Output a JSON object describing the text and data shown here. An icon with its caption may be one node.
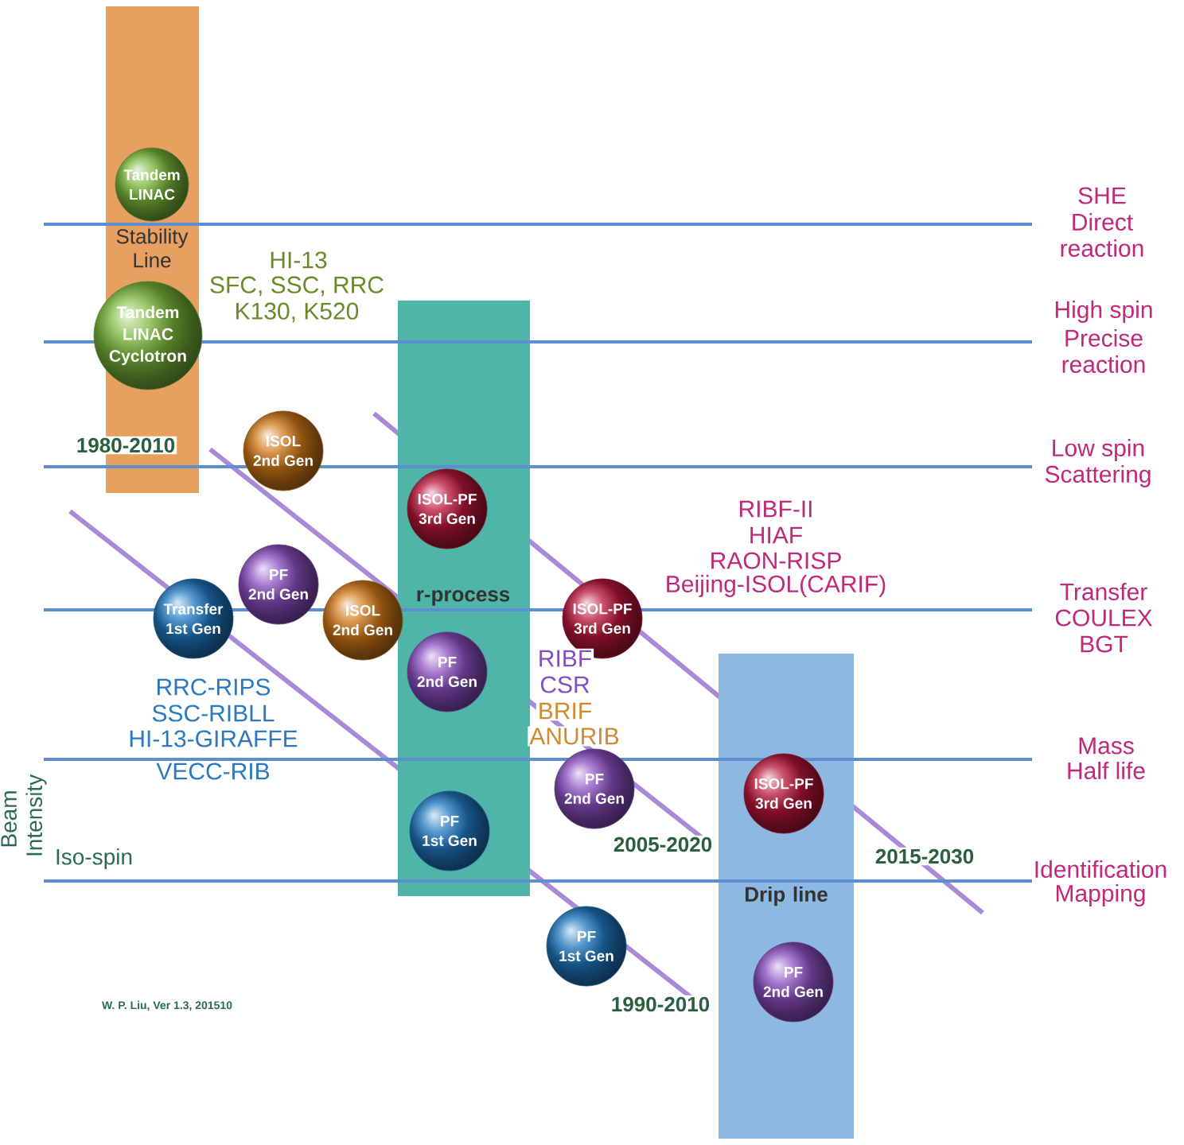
{
  "diagram": {
    "nodes": [
      {
        "text": [
          "Stability Line"
        ]
      },
      {
        "text": [
          "Tandem",
          "LINAC"
        ],
        "in": 0
      },
      {
        "text": [
          "Tandem",
          "LINAC",
          "Cyclotron"
        ]
      },
      {
        "text": [
          "r-process"
        ]
      },
      {
        "text": [
          "ISOL-PF",
          "3rd Gen"
        ],
        "in": 3
      },
      {
        "text": [
          "PF",
          "2nd Gen"
        ],
        "in": 3
      },
      {
        "text": [
          "PF",
          "1st Gen"
        ],
        "in": 3
      },
      {
        "text": [
          "Drip line"
        ]
      },
      {
        "text": [
          "ISOL-PF",
          "3rd Gen"
        ],
        "in": 7
      },
      {
        "text": [
          "PF",
          "2nd Gen"
        ],
        "in": 7
      },
      {
        "text": [
          "ISOL",
          "2nd Gen"
        ]
      },
      {
        "text": [
          "PF",
          "2nd Gen"
        ]
      },
      {
        "text": [
          "Transfer",
          "1st Gen"
        ]
      },
      {
        "text": [
          "ISOL",
          "2nd Gen"
        ]
      },
      {
        "text": [
          "ISOL-PF",
          "3rd Gen"
        ]
      },
      {
        "text": [
          "PF",
          "2nd Gen"
        ]
      },
      {
        "text": [
          "PF",
          "1st Gen"
        ]
      }
    ],
    "labels": [
      "SHE",
      "Direct",
      "reaction",
      "HI-13",
      "SFC, SSC, RRC",
      "K130, K520",
      "High spin",
      "Precise",
      "reaction",
      "1980-2010",
      "Low spin",
      "Scattering",
      "RIBF-II",
      "HIAF",
      "RAON-RISP",
      "Beijing-ISOL(CARIF)",
      "Transfer",
      "COULEX",
      "BGT",
      "RIBF",
      "CSR",
      "BRIF",
      "ANURIB",
      "RRC-RIPS",
      "SSC-RIBLL",
      "HI-13-GIRAFFE",
      "VECC-RIB",
      "Mass",
      "Half life",
      "Beam Intensity",
      "Iso-spin",
      "2005-2020",
      "2015-2030",
      "Identification",
      "Mapping",
      "1990-2010",
      "W. P. Liu, Ver 1.3, 201510"
    ]
  }
}
